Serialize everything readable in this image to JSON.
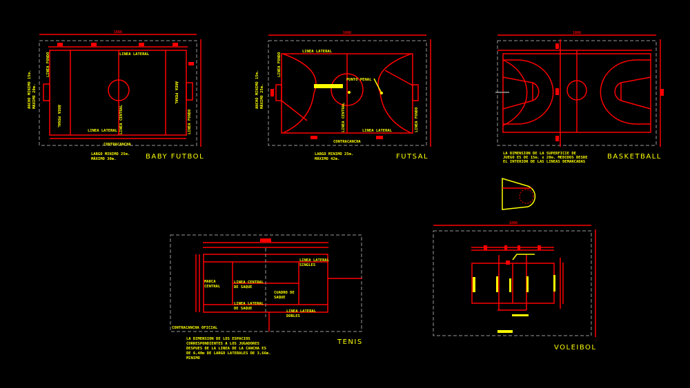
{
  "colors": {
    "background": "#000000",
    "lines": "#ff0000",
    "text": "#ffff00",
    "boundary": "#9a9a9a"
  },
  "baby_futbol": {
    "title": "BABY FUTBOL",
    "dim_total": "1666",
    "labels": {
      "lateral_top": "LINEA LATERAL",
      "lateral_bottom": "LINEA LATERAL",
      "fondo_left": "LINEA FONDO",
      "fondo_right": "LINEA FONDO",
      "penal_left": "ÁREA PENAL",
      "penal_right": "ÁREA PENAL",
      "central": "LINEA CENTRAL",
      "contracancha": "CONTRACANCHA"
    },
    "width_note": [
      "ANCHO MINIMO 15m.",
      "MÁXIMO 20m."
    ],
    "length_note": [
      "LARGO MINIMO 25m.",
      "MÁXIMO 30m."
    ]
  },
  "futsal": {
    "title": "FUTSAL",
    "dim_total": "1666",
    "labels": {
      "lateral_top": "LINEA LATERAL",
      "lateral_bottom": "LINEA LATERAL",
      "fondo_left": "LINEA FONDO",
      "fondo_right": "LINEA FONDO",
      "punto_penal": "PUNTO PENAL",
      "central": "LINEA CENTRAL",
      "contracancha": "CONTRACANCHA"
    },
    "width_note": [
      "ANCHO MINIMO 15m.",
      "MÁXIMO 25m."
    ],
    "length_note": [
      "LARGO MINIMO 25m.",
      "MÁXIMO 42m."
    ]
  },
  "basketball": {
    "title": "BASKETBALL",
    "dim_total": "1666",
    "note": [
      "LA DIMENSION DE LA SUPERFICIE DE",
      "JUEGO ES DE 15m. x 28m. MEDIDOS DESDE",
      "EL INTERIOR DE LAS LINEAS DEMARCADAS"
    ]
  },
  "tenis": {
    "title": "TENIS",
    "labels": {
      "lateral_singles": [
        "LINEA LATERAL",
        "SINGLES"
      ],
      "marca_central": [
        "MARCA",
        "CENTRAL"
      ],
      "central_saque": [
        "LINEA CENTRAL",
        "DE SAQUE"
      ],
      "cuadro_saque": [
        "CUADRO DE",
        "SAQUE"
      ],
      "lateral_saque": [
        "LINEA LATERAL",
        "DE SAQUE"
      ],
      "lateral_dobles": [
        "LINEA LATERAL",
        "DOBLES"
      ],
      "contracancha": "CONTRACANCHA OFICIAL"
    },
    "note": [
      "LA DIMENSION DE LOS ESPACIOS",
      "CORRESPONDIENTES A LOS JUGADORES",
      "DESPUES DE LA LINEA DE LA CANCHA ES",
      "DE 6,40m DE LARGO LATERALES DE 3,66m.",
      "MINIMO"
    ]
  },
  "voleibol": {
    "title": "VOLEIBOL",
    "dim_total": "1666"
  }
}
